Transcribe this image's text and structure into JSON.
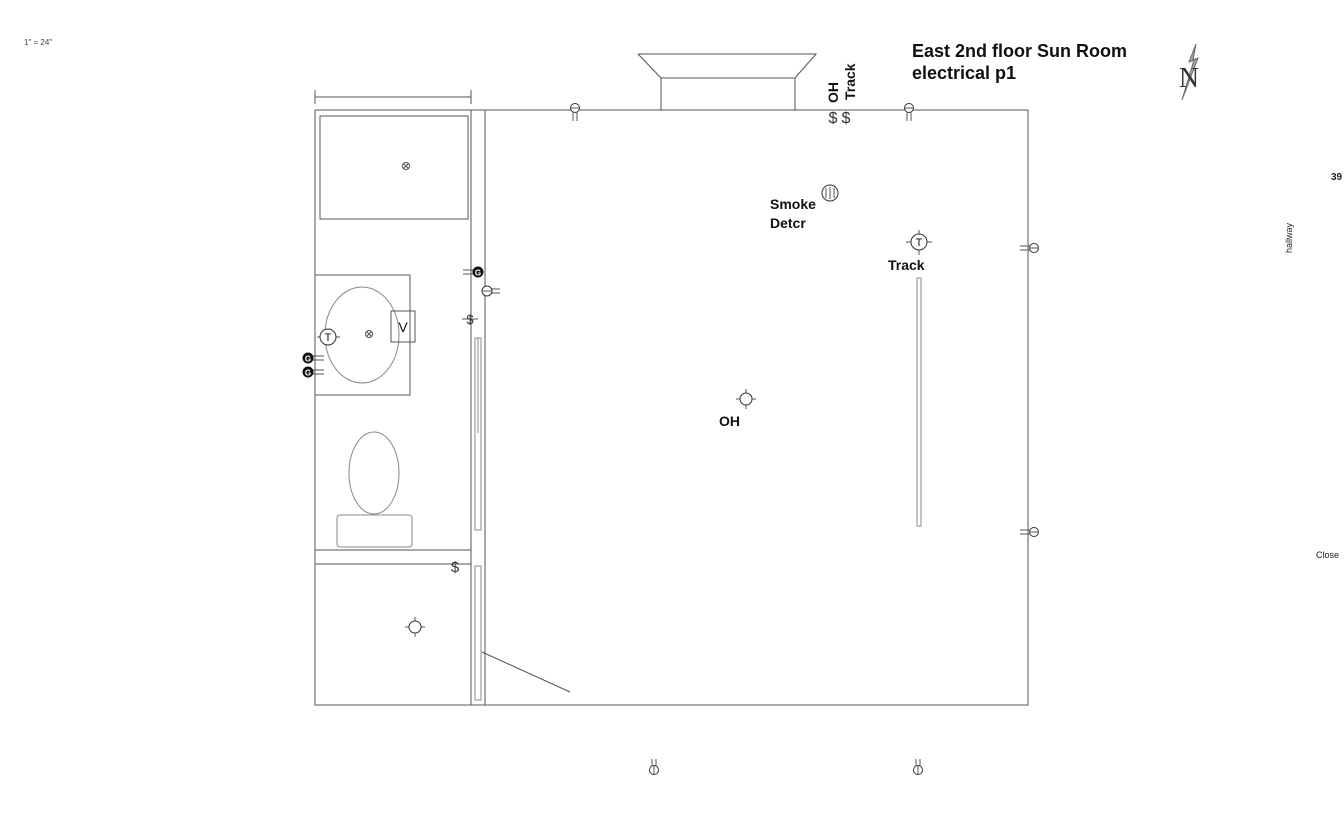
{
  "scale": "1\" = 24\"",
  "title": {
    "line1": "East 2nd floor Sun Room",
    "line2": "electrical p1"
  },
  "compass": {
    "letter": "N"
  },
  "labels": {
    "oh_top": "OH",
    "track_top": "Track",
    "smoke1": "Smoke",
    "smoke2": "Detcr",
    "track": "Track",
    "oh_center": "OH",
    "vanity_v": "V",
    "thermostat": "T",
    "track_t": "T",
    "gfci": "G",
    "switch": "$"
  },
  "edge": {
    "number": "39",
    "hallway": "hallway",
    "close": "Close"
  }
}
